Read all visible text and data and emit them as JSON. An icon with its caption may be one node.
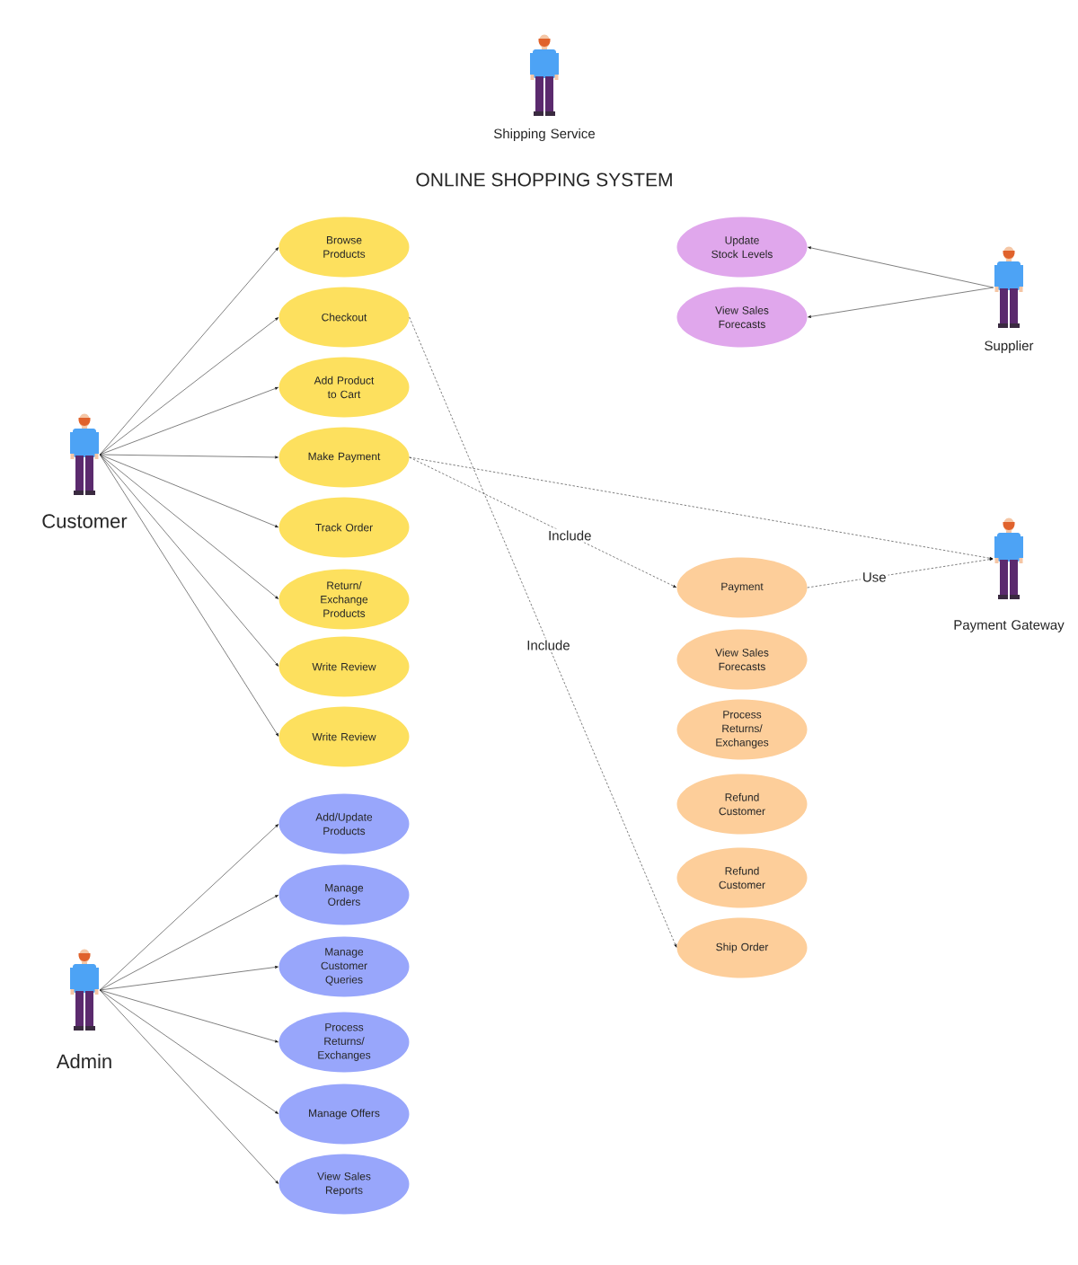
{
  "diagram": {
    "title": "ONLINE SHOPPING SYSTEM",
    "nodes": [
      {
        "text": [
          "Shipping Service"
        ]
      },
      {
        "text": [
          "Customer"
        ]
      },
      {
        "text": [
          "Browse Products"
        ]
      },
      {
        "text": [
          "Checkout"
        ]
      },
      {
        "text": [
          "Add Product to Cart"
        ]
      },
      {
        "text": [
          "Make Payment"
        ]
      },
      {
        "text": [
          "Track Order"
        ]
      },
      {
        "text": [
          "Return/ Exchange Products"
        ]
      },
      {
        "text": [
          "Write Review"
        ]
      },
      {
        "text": [
          "Write Review"
        ]
      },
      {
        "text": [
          "Update Stock Levels"
        ]
      },
      {
        "text": [
          "View Sales Forecasts"
        ]
      },
      {
        "text": [
          "Supplier"
        ]
      },
      {
        "text": [
          "Payment Gateway"
        ]
      },
      {
        "text": [
          "Payment"
        ]
      },
      {
        "text": [
          "View Sales Forecasts"
        ]
      },
      {
        "text": [
          "Process Returns/ Exchanges"
        ]
      },
      {
        "text": [
          "Refund Customer"
        ]
      },
      {
        "text": [
          "Refund Customer"
        ]
      },
      {
        "text": [
          "Ship Order"
        ]
      },
      {
        "text": [
          "Admin"
        ]
      },
      {
        "text": [
          "Add/Update Products"
        ]
      },
      {
        "text": [
          "Manage Orders"
        ]
      },
      {
        "text": [
          "Manage Customer Queries"
        ]
      },
      {
        "text": [
          "Process Returns/ Exchanges"
        ]
      },
      {
        "text": [
          "Manage Offers"
        ]
      },
      {
        "text": [
          "View Sales Reports"
        ]
      }
    ],
    "edges": [
      {
        "from": 1,
        "to": 2,
        "arrow": "to"
      },
      {
        "from": 1,
        "to": 3,
        "arrow": "to"
      },
      {
        "from": 1,
        "to": 4,
        "arrow": "to"
      },
      {
        "from": 1,
        "to": 5,
        "arrow": "to"
      },
      {
        "from": 1,
        "to": 6,
        "arrow": "to"
      },
      {
        "from": 1,
        "to": 7,
        "arrow": "to"
      },
      {
        "from": 1,
        "to": 8,
        "arrow": "to"
      },
      {
        "from": 1,
        "to": 9,
        "arrow": "to"
      },
      {
        "from": 12,
        "to": 10,
        "arrow": "to"
      },
      {
        "from": 12,
        "to": 11,
        "arrow": "to"
      },
      {
        "from": 5,
        "to": 14,
        "arrow": "to",
        "label": "Include",
        "style": "dashed"
      },
      {
        "from": 3,
        "to": 19,
        "arrow": "to",
        "label": "Include",
        "style": "dashed"
      },
      {
        "from": 5,
        "to": 13,
        "arrow": "to",
        "style": "dashed"
      },
      {
        "from": 14,
        "to": 13,
        "arrow": "to",
        "label": "Use",
        "style": "dashed"
      },
      {
        "from": 20,
        "to": 21,
        "arrow": "to"
      },
      {
        "from": 20,
        "to": 22,
        "arrow": "to"
      },
      {
        "from": 20,
        "to": 23,
        "arrow": "to"
      },
      {
        "from": 20,
        "to": 24,
        "arrow": "to"
      },
      {
        "from": 20,
        "to": 25,
        "arrow": "to"
      },
      {
        "from": 20,
        "to": 26,
        "arrow": "to"
      }
    ]
  }
}
